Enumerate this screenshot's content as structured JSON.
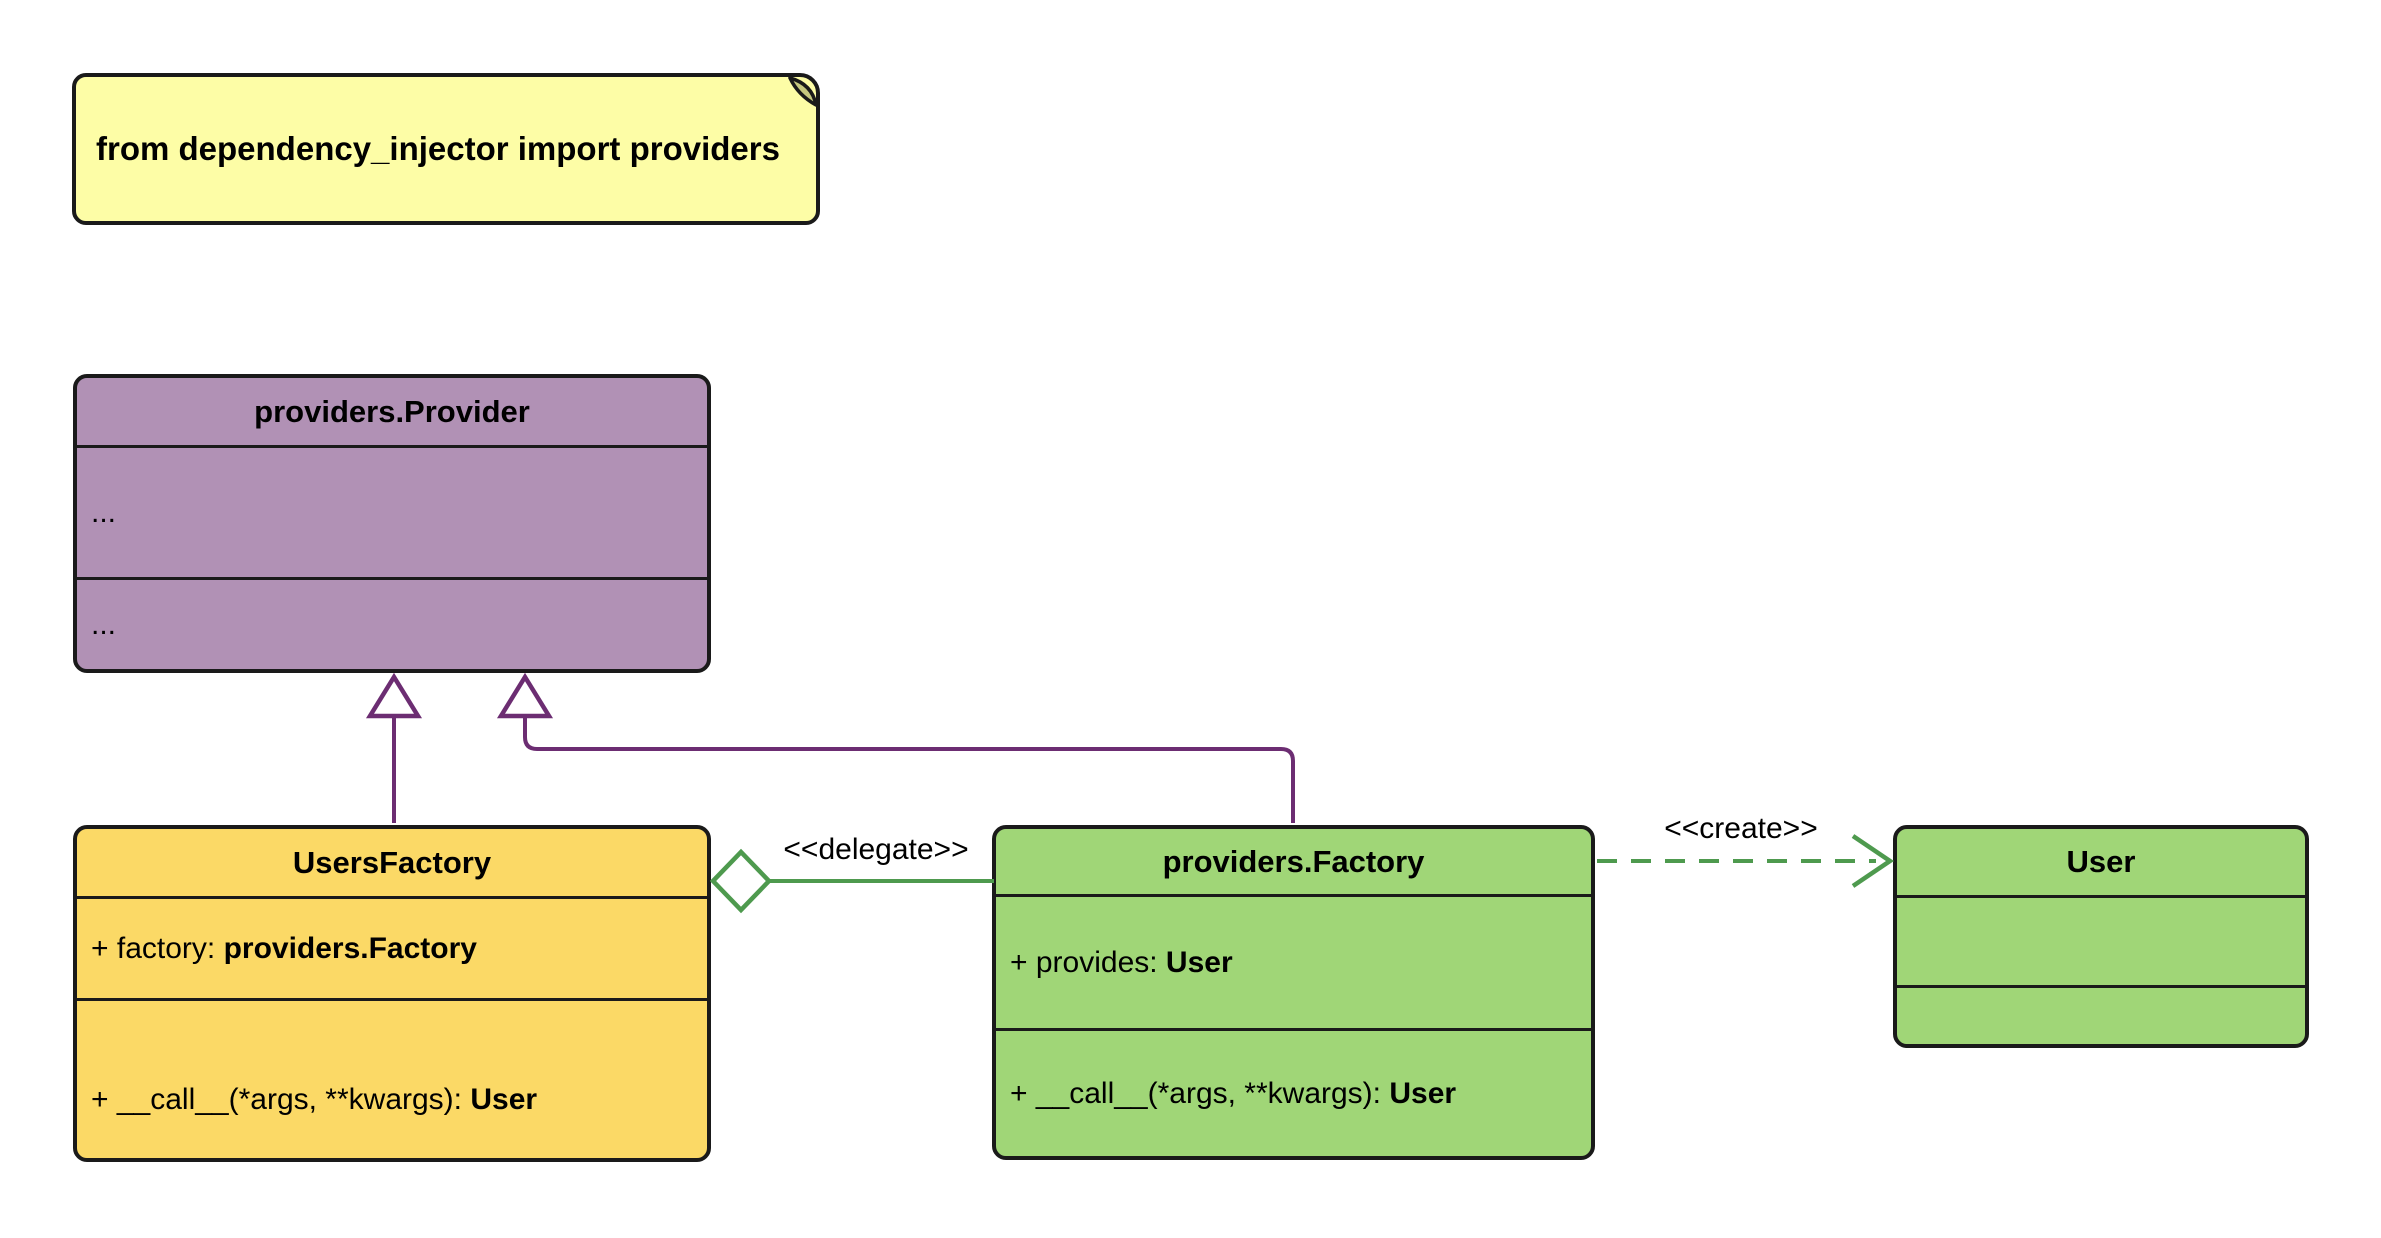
{
  "note": {
    "text": "from dependency_injector import providers"
  },
  "classes": {
    "provider": {
      "title": "providers.Provider",
      "attrs_text": "...",
      "methods_text": "..."
    },
    "users_factory": {
      "title": "UsersFactory",
      "attr_prefix": "+ factory: ",
      "attr_type": "providers.Factory",
      "method_prefix": "+ __call__(*args, **kwargs): ",
      "method_type": "User"
    },
    "factory": {
      "title": "providers.Factory",
      "attr_prefix": "+ provides: ",
      "attr_type": "User",
      "method_prefix": "+ __call__(*args, **kwargs): ",
      "method_type": "User"
    },
    "user": {
      "title": "User"
    }
  },
  "edges": {
    "delegate_label": "<<delegate>>",
    "create_label": "<<create>>"
  },
  "colors": {
    "note_fill": "#FDFDA6",
    "note_fold": "#C6C87F",
    "purple": "#B191B5",
    "gold": "#FBD966",
    "green": "#A0D677",
    "line_purple": "#6C2D72",
    "line_green": "#4E9A4E",
    "border": "#1A1A1A"
  }
}
